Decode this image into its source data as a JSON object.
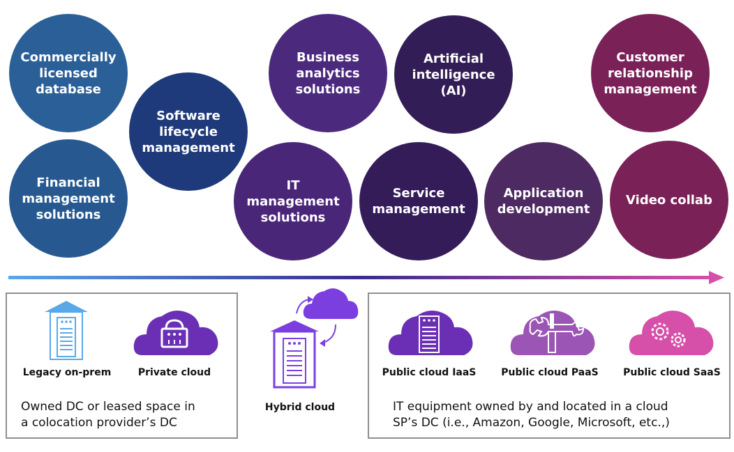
{
  "circles": {
    "commercially_licensed_database": {
      "label": "Commercially\nlicensed\ndatabase",
      "color": "#2b5f97"
    },
    "financial_management": {
      "label": "Financial\nmanagement\nsolutions",
      "color": "#275990"
    },
    "software_lifecycle": {
      "label": "Software\nlifecycle\nmanagement",
      "color": "#1f3a7a"
    },
    "business_analytics": {
      "label": "Business\nanalytics\nsolutions",
      "color": "#4b2a7e"
    },
    "it_management": {
      "label": "IT\nmanagement\nsolutions",
      "color": "#4a2678"
    },
    "artificial_intelligence": {
      "label": "Artificial\nintelligence\n(AI)",
      "color": "#331d56"
    },
    "service_management": {
      "label": "Service\nmanagement",
      "color": "#341c59"
    },
    "application_development": {
      "label": "Application\ndevelopment",
      "color": "#4d2a61"
    },
    "customer_relationship": {
      "label": "Customer\nrelationship\nmanagement",
      "color": "#7a2158"
    },
    "video_collab": {
      "label": "Video collab",
      "color": "#7a2158"
    }
  },
  "arrow": {
    "gradient_start": "#5aa8e8",
    "gradient_mid": "#3a2d8a",
    "gradient_end": "#d64fa8"
  },
  "deployments": {
    "legacy_on_prem": "Legacy on-prem",
    "private_cloud": "Private cloud",
    "hybrid_cloud": "Hybrid cloud",
    "public_iaas": "Public cloud IaaS",
    "public_paas": "Public cloud PaaS",
    "public_saas": "Public cloud SaaS"
  },
  "descriptions": {
    "left": "Owned DC or leased space in\na colocation provider’s DC",
    "right": "IT equipment owned by and located in a cloud\nSP’s DC (i.e., Amazon, Google, Microsoft, etc.,)"
  },
  "icon_colors": {
    "legacy": "#5aa8e8",
    "private": "#6a2fb5",
    "hybrid": "#7b3fe0",
    "iaas": "#6a2fb5",
    "paas": "#9a55b5",
    "saas": "#d64fa8"
  }
}
